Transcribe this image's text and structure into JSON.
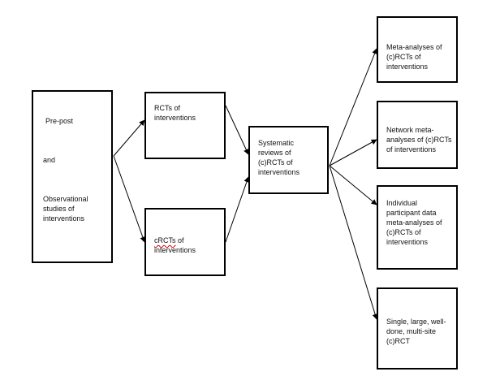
{
  "diagram": {
    "boxes": {
      "pre_post": {
        "line1": "Pre-post",
        "line2": "and",
        "line3": "Observational",
        "line4": "studies of",
        "line5": "interventions"
      },
      "rcts": {
        "line1": "RCTs of",
        "line2": "interventions"
      },
      "crcts": {
        "line1_word": "cRCTs",
        "line1_rest": " of",
        "line2": "interventions"
      },
      "systematic_reviews": {
        "line1": "Systematic",
        "line2": "reviews of",
        "line3": "(c)RCTs of",
        "line4": "interventions"
      },
      "meta_analyses": {
        "line1": "Meta-analyses of",
        "line2": "(c)RCTs of",
        "line3": "interventions"
      },
      "network_meta": {
        "line1": "Network meta-",
        "line2": "analyses of (c)RCTs",
        "line3": "of interventions"
      },
      "ipd_meta": {
        "line1": "Individual",
        "line2": "participant data",
        "line3": "meta-analyses of",
        "line4": "(c)RCTs of",
        "line5": "interventions"
      },
      "single_rct": {
        "line1": "Single, large, well-",
        "line2": "done, multi-site",
        "line3": "(c)RCT"
      }
    },
    "colors": {
      "border": "#000000",
      "text": "#111111",
      "spellcheck": "#d00000"
    }
  }
}
